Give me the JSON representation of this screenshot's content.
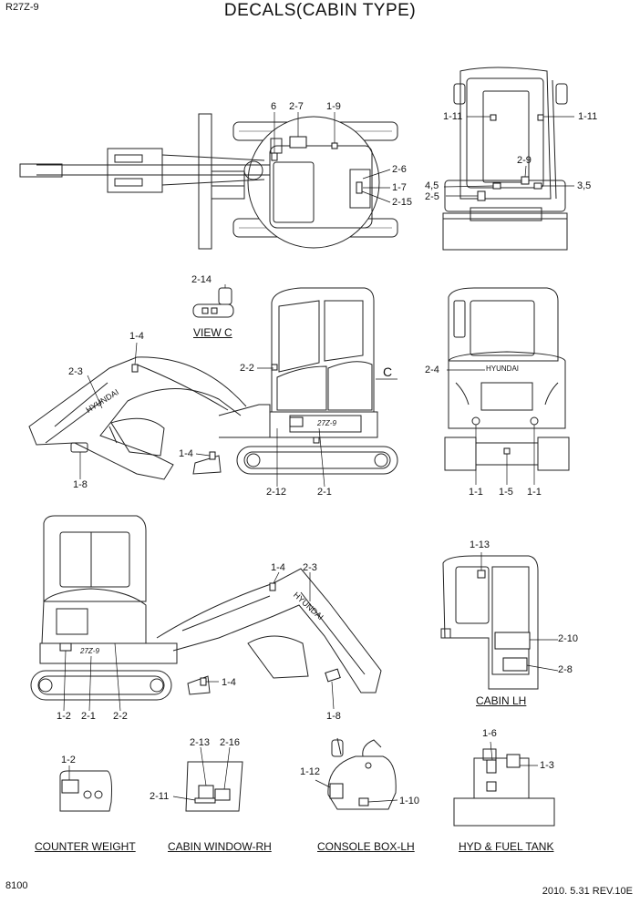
{
  "header": {
    "model_code": "R27Z-9",
    "title": "DECALS(CABIN TYPE)"
  },
  "footer": {
    "page_number": "8100",
    "revision": "2010. 5.31  REV.10E"
  },
  "views": {
    "view_c": "VIEW C",
    "counter_weight": "COUNTER WEIGHT",
    "cabin_window_rh": "CABIN WINDOW-RH",
    "console_box_lh": "CONSOLE BOX-LH",
    "hyd_fuel_tank": "HYD & FUEL TANK",
    "cabin_lh": "CABIN LH"
  },
  "brand_text": {
    "hyundai": "HYUNDAI",
    "model_badge": "27Z-9"
  },
  "callouts": {
    "c": "C",
    "top_6": "6",
    "top_2_7": "2-7",
    "top_1_9": "1-9",
    "top_2_6": "2-6",
    "top_1_7": "1-7",
    "top_2_15": "2-15",
    "rear_1_11_l": "1-11",
    "rear_1_11_r": "1-11",
    "rear_2_9": "2-9",
    "rear_4_5": "4,5",
    "rear_3_5": "3,5",
    "rear_2_5": "2-5",
    "side_2_14": "2-14",
    "side_1_4": "1-4",
    "side_2_3": "2-3",
    "side_2_2": "2-2",
    "side_1_4b": "1-4",
    "side_1_8": "1-8",
    "side_2_12": "2-12",
    "side_2_1": "2-1",
    "back_2_4": "2-4",
    "back_1_1_l": "1-1",
    "back_1_5": "1-5",
    "back_1_1_r": "1-1",
    "lside_1_4": "1-4",
    "lside_2_3": "2-3",
    "lside_1_4b": "1-4",
    "lside_1_2": "1-2",
    "lside_2_1": "2-1",
    "lside_2_2": "2-2",
    "lside_1_8": "1-8",
    "cab_1_13": "1-13",
    "cab_2_10": "2-10",
    "cab_2_8": "2-8",
    "cw_1_2": "1-2",
    "win_2_13": "2-13",
    "win_2_16": "2-16",
    "win_2_11": "2-11",
    "con_1_12": "1-12",
    "con_1_10": "1-10",
    "tank_1_6": "1-6",
    "tank_1_3": "1-3"
  }
}
